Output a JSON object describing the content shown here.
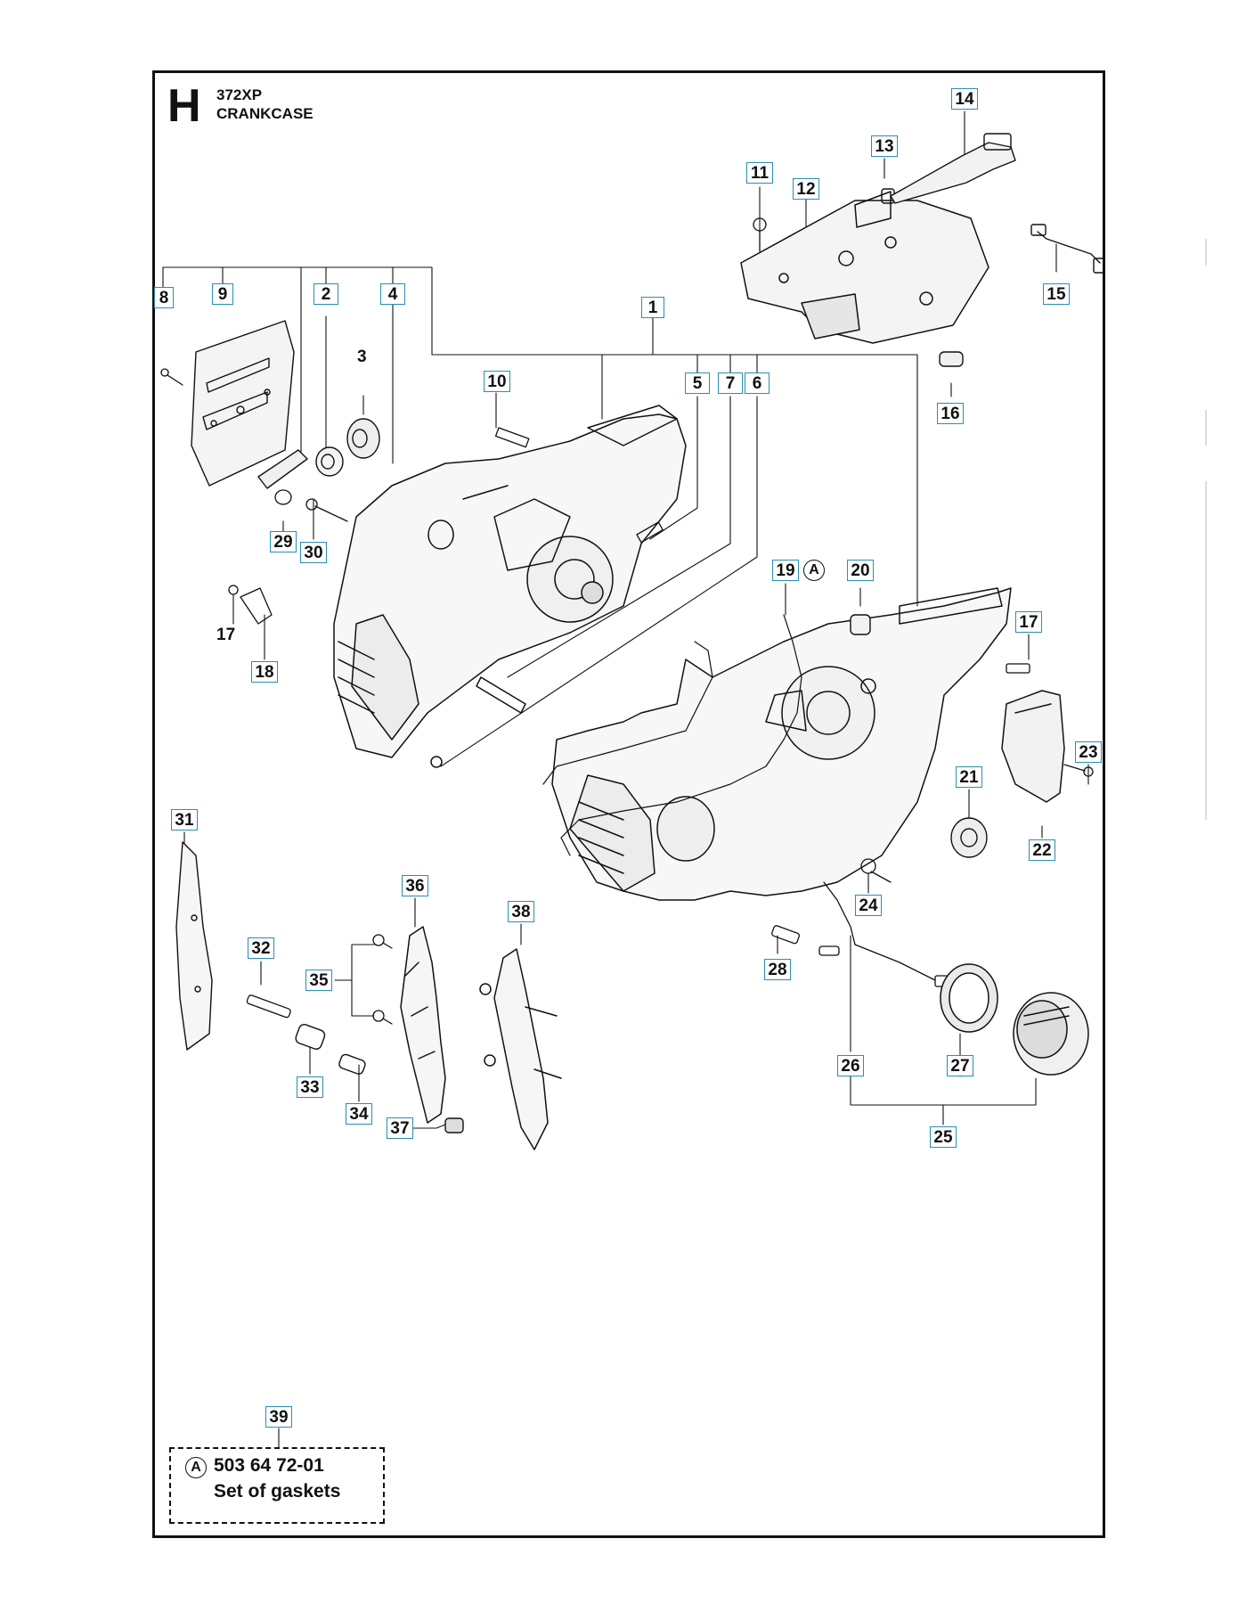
{
  "header": {
    "section": "H",
    "model": "372XP",
    "title": "CRANKCASE"
  },
  "kit": {
    "ref": "A",
    "part_number": "503 64 72-01",
    "description": "Set of gaskets"
  },
  "labels": {
    "c1": "1",
    "c2": "2",
    "c3": "3",
    "c4": "4",
    "c5": "5",
    "c6": "6",
    "c7": "7",
    "c8": "8",
    "c9": "9",
    "c10": "10",
    "c11": "11",
    "c12": "12",
    "c13": "13",
    "c14": "14",
    "c15": "15",
    "c16": "16",
    "c17a": "17",
    "c17b": "17",
    "c18": "18",
    "c19": "19",
    "c20": "20",
    "c21": "21",
    "c22": "22",
    "c23": "23",
    "c24": "24",
    "c25": "25",
    "c26": "26",
    "c27": "27",
    "c28": "28",
    "c29": "29",
    "c30": "30",
    "c31": "31",
    "c32": "32",
    "c33": "33",
    "c34": "34",
    "c35": "35",
    "c36": "36",
    "c37": "37",
    "c38": "38",
    "c39": "39",
    "circleA": "A"
  },
  "colors": {
    "callout_border": "#2a8fb0",
    "line": "#111111"
  }
}
